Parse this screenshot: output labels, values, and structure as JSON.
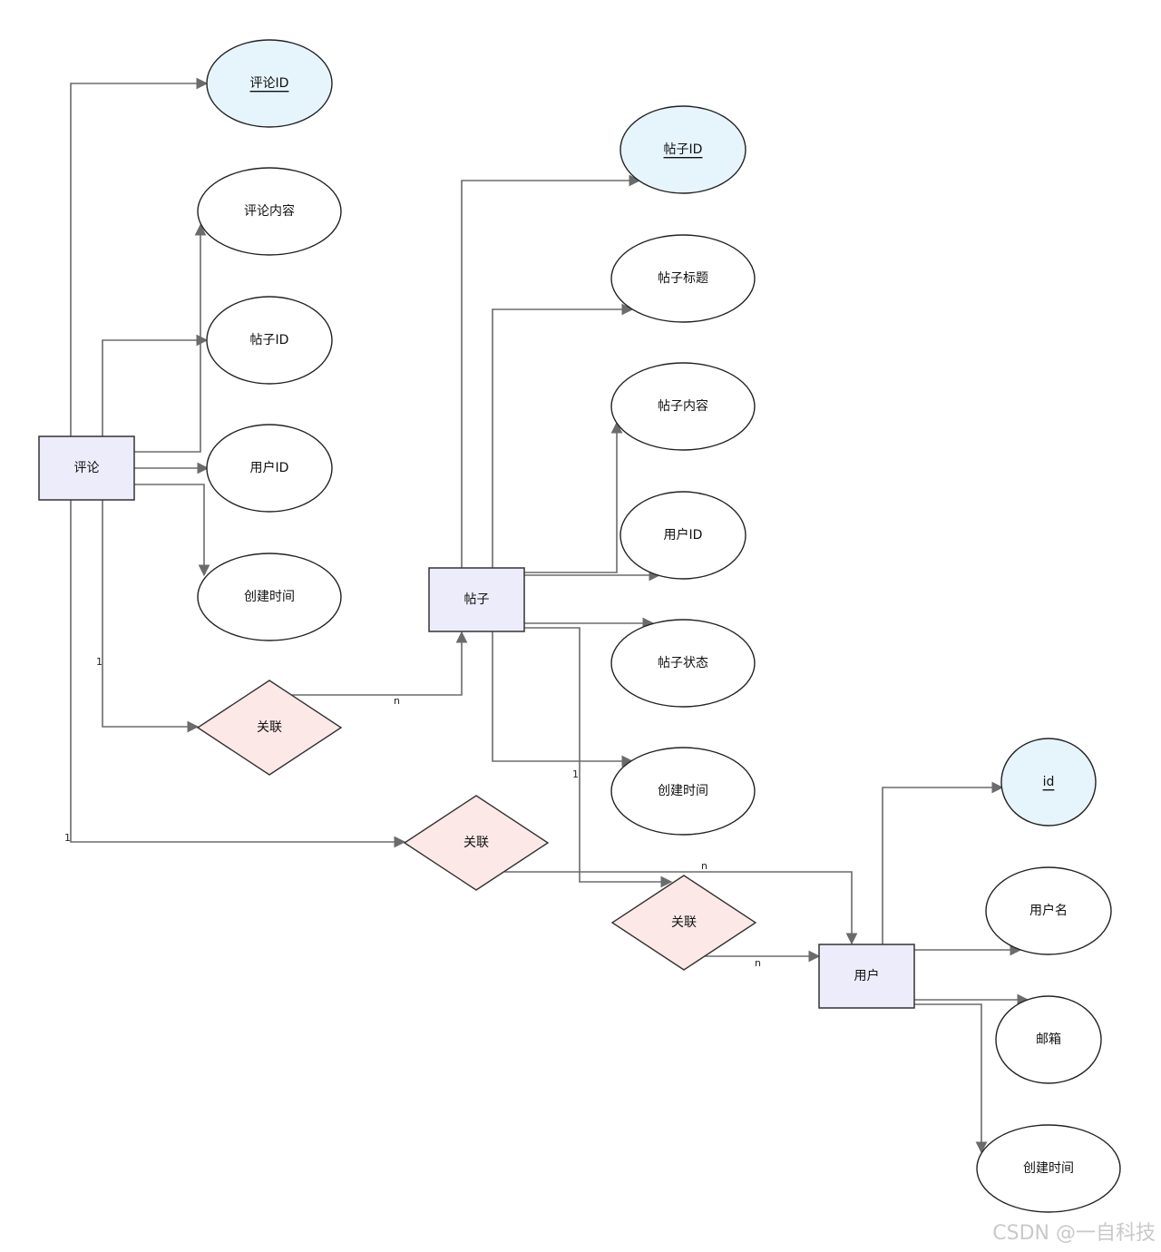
{
  "entities": {
    "comment": "评论",
    "post": "帖子",
    "user": "用户"
  },
  "comment_attrs": {
    "comment_id": "评论ID",
    "content": "评论内容",
    "post_id": "帖子ID",
    "user_id": "用户ID",
    "created_at": "创建时间"
  },
  "post_attrs": {
    "post_id": "帖子ID",
    "title": "帖子标题",
    "content": "帖子内容",
    "user_id": "用户ID",
    "status": "帖子状态",
    "created_at": "创建时间"
  },
  "user_attrs": {
    "id": "id",
    "username": "用户名",
    "email": "邮箱",
    "created_at": "创建时间"
  },
  "relationships": {
    "comment_post": "关联",
    "comment_user": "关联",
    "post_user": "关联"
  },
  "cardinality": {
    "comment_post_one": "1",
    "comment_post_many": "n",
    "comment_user_one": "1",
    "comment_user_many": "n",
    "post_user_one": "1",
    "post_user_many": "n"
  },
  "watermark": "CSDN @一自科技"
}
